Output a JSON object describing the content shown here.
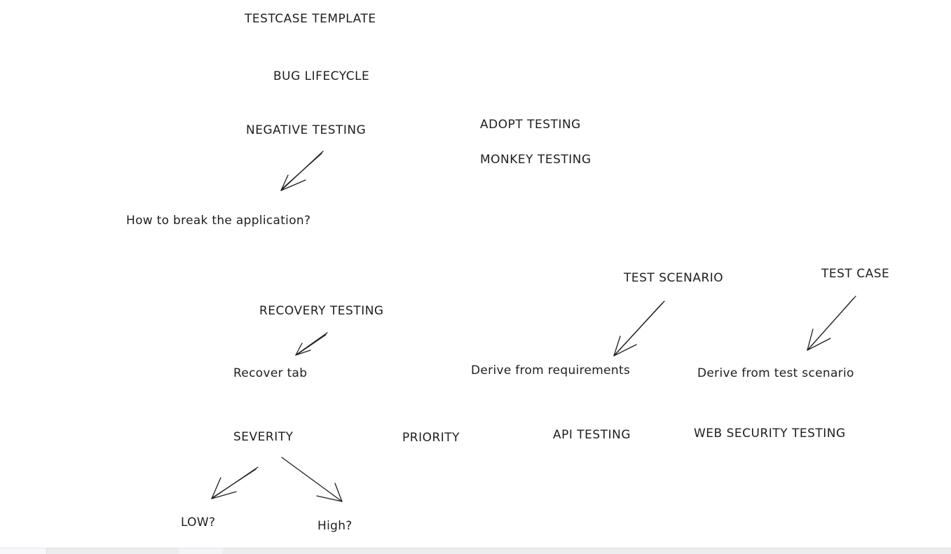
{
  "labels": {
    "testcase_template": "TESTCASE TEMPLATE",
    "bug_lifecycle": "BUG LIFECYCLE",
    "negative_testing": "NEGATIVE TESTING",
    "adopt_testing": "ADOPT TESTING",
    "monkey_testing": "MONKEY TESTING",
    "break_question": "How to break the application?",
    "test_scenario": "TEST SCENARIO",
    "test_case": "TEST CASE",
    "recovery_testing": "RECOVERY TESTING",
    "recover_tab": "Recover tab",
    "derive_requirements": "Derive from requirements",
    "derive_scenario": "Derive from test scenario",
    "severity": "SEVERITY",
    "priority": "PRIORITY",
    "api_testing": "API TESTING",
    "web_security_testing": "WEB SECURITY TESTING",
    "low": "LOW?",
    "high": "High?"
  },
  "colors": {
    "ink": "#1e1e1e",
    "background": "#ffffff"
  }
}
